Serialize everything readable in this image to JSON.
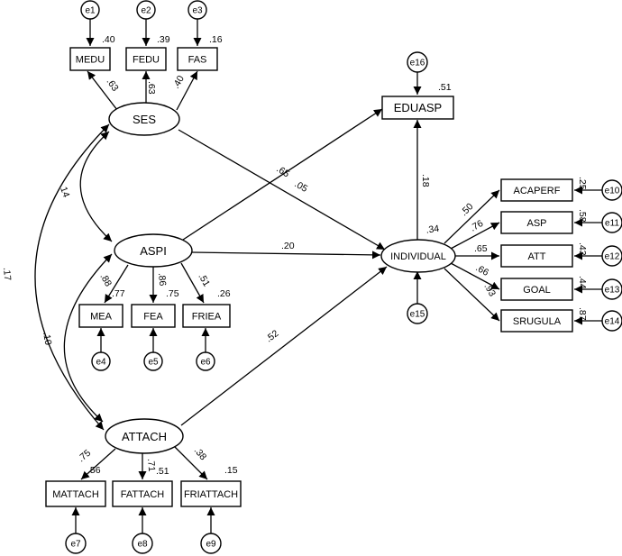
{
  "nodes": {
    "MEDU": "MEDU",
    "FEDU": "FEDU",
    "FAS": "FAS",
    "SES": "SES",
    "ASPI": "ASPI",
    "ATTACH": "ATTACH",
    "INDIVIDUAL": "INDIVIDUAL",
    "EDUASP": "EDUASP",
    "MEA": "MEA",
    "FEA": "FEA",
    "FRIEA": "FRIEA",
    "MATTACH": "MATTACH",
    "FATTACH": "FATTACH",
    "FRIATTACH": "FRIATTACH",
    "ACAPERF": "ACAPERF",
    "ASP": "ASP",
    "ATT": "ATT",
    "GOAL": "GOAL",
    "SRUGULA": "SRUGULA"
  },
  "errors": {
    "e1": "e1",
    "e2": "e2",
    "e3": "e3",
    "e4": "e4",
    "e5": "e5",
    "e6": "e6",
    "e7": "e7",
    "e8": "e8",
    "e9": "e9",
    "e10": "e10",
    "e11": "e11",
    "e12": "e12",
    "e13": "e13",
    "e14": "e14",
    "e15": "e15",
    "e16": "e16"
  },
  "r2": {
    "MEDU": ".40",
    "FEDU": ".39",
    "FAS": ".16",
    "EDUASP": ".51",
    "MEA": ".77",
    "FEA": ".75",
    "FRIEA": ".26",
    "MATTACH": ".56",
    "FATTACH": ".51",
    "FRIATTACH": ".15",
    "INDIVIDUAL": ".34",
    "ACAPERF": ".25",
    "ASP": ".58",
    "ATT": ".43",
    "GOAL": ".44",
    "SRUGULA": ".87"
  },
  "loadings": {
    "SES_MEDU": ".63",
    "SES_FEDU": ".63",
    "SES_FAS": ".40",
    "ASPI_MEA": ".88",
    "ASPI_FEA": ".86",
    "ASPI_FRIEA": ".51",
    "ATTACH_MATTACH": ".75",
    "ATTACH_FATTACH": ".71",
    "ATTACH_FRIATTACH": ".38",
    "IND_ACAPERF": ".50",
    "IND_ASP": ".76",
    "IND_ATT": ".65",
    "IND_GOAL": ".66",
    "IND_SRUGULA": ".93"
  },
  "paths": {
    "ASPI_EDUASP": ".65",
    "SES_IND": ".05",
    "ASPI_IND": ".20",
    "ATTACH_IND": ".52",
    "IND_EDUASP": ".18"
  },
  "correlations": {
    "SES_ASPI": ".14",
    "ASPI_ATTACH": ".10",
    "SES_ATTACH": ".17"
  }
}
